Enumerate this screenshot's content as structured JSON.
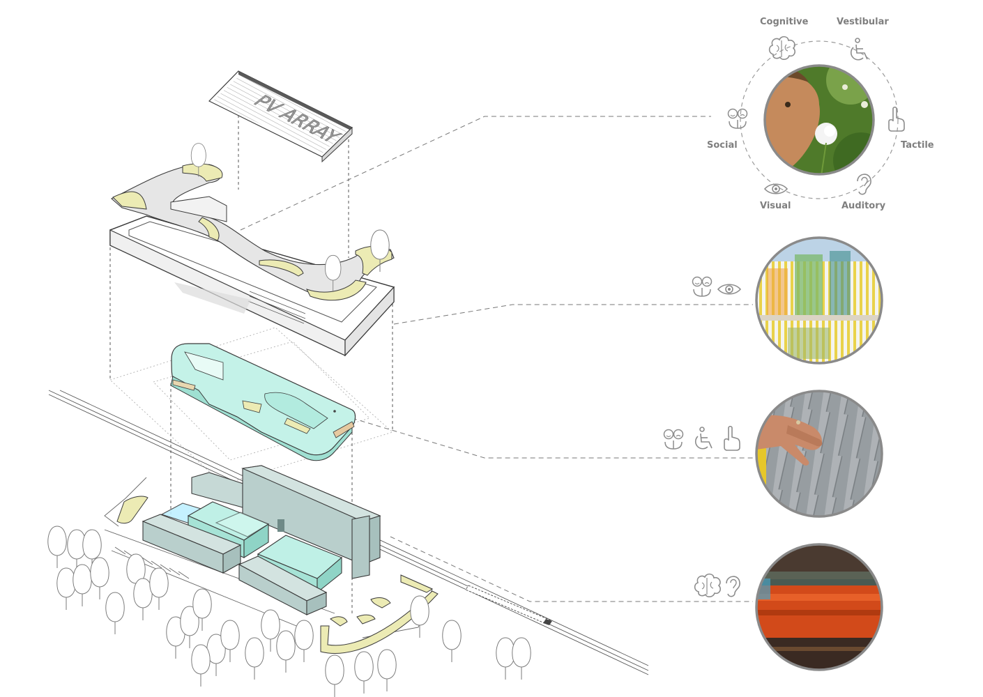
{
  "roof": {
    "pv_label": "PV ARRAY"
  },
  "senses": {
    "cognitive": "Cognitive",
    "vestibular": "Vestibular",
    "social": "Social",
    "tactile": "Tactile",
    "visual": "Visual",
    "auditory": "Auditory"
  },
  "photo_icon_sets": {
    "photo_1_child_flower": [
      "social-icon",
      "cognitive-icon",
      "vestibular-icon",
      "tactile-icon",
      "auditory-icon",
      "visual-icon"
    ],
    "photo_2_colored_fins": [
      "social-icon",
      "visual-icon"
    ],
    "photo_3_textured_wall": [
      "social-icon",
      "vestibular-icon",
      "tactile-icon"
    ],
    "photo_4_passing_train": [
      "cognitive-icon",
      "auditory-icon"
    ]
  },
  "colors": {
    "line": "#4a4a4a",
    "accent_yellow": "#ecebb4",
    "glass_teal": "#bff0e6",
    "building_gray_green": "#c6d9d6",
    "ring_gray": "#8a8a8a",
    "icon_gray": "#8c8c8c"
  }
}
